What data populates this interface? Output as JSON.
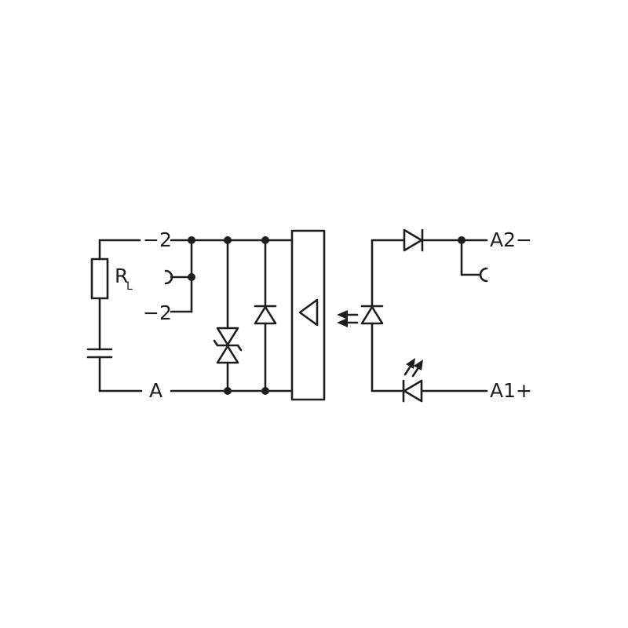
{
  "labels": {
    "minus2_top": "−2",
    "minus2_bottom": "−2",
    "a": "A",
    "a2_minus": "A2−",
    "a1_plus": "A1+",
    "rl_main": "R",
    "rl_sub": "L"
  },
  "colors": {
    "ink": "#1e1e1e",
    "background": "#ffffff"
  }
}
